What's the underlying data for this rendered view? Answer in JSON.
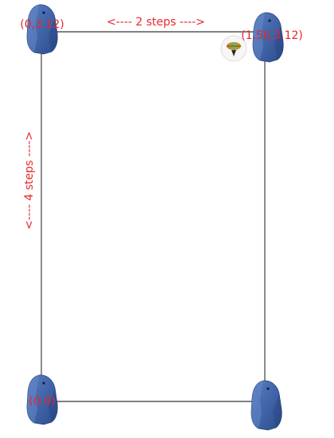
{
  "diagram": {
    "label_color": "#e8252a",
    "line_color": "#000000",
    "beacon_color": "#3f62a6",
    "top_dimension": "<---- 2 steps ---->",
    "left_dimension": "<---- 4 steps ---->",
    "corners": {
      "top_left": {
        "label": "(0,3.12)",
        "icon": "beacon-icon"
      },
      "top_right": {
        "label": "(1.56,3.12)",
        "icon": "beacon-icon"
      },
      "bottom_left": {
        "label": "(0,0)",
        "icon": "beacon-icon"
      },
      "bottom_right": {
        "label": "",
        "icon": "beacon-icon"
      }
    },
    "marker_icon": "position-marker-icon"
  }
}
